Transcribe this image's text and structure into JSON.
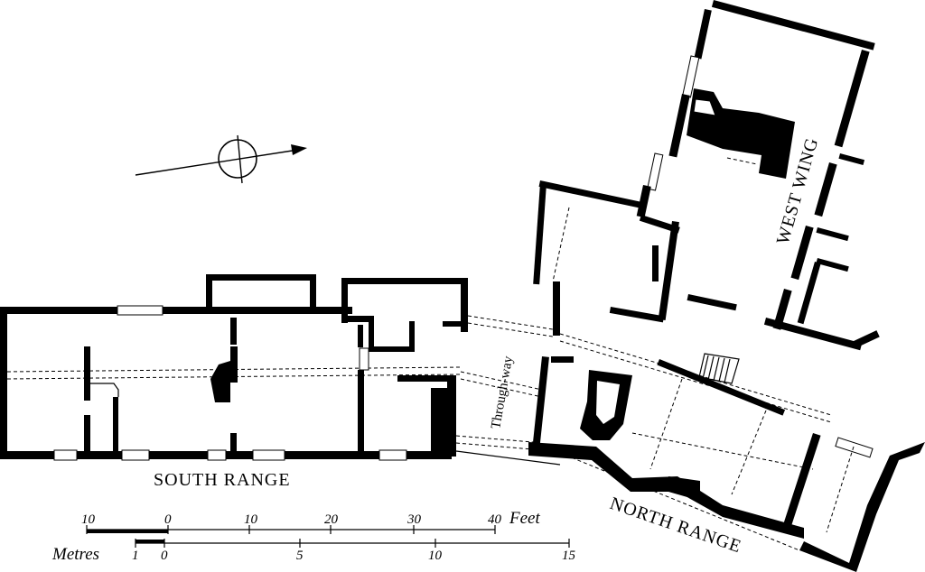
{
  "labels": {
    "south_range": "SOUTH RANGE",
    "north_range": "NORTH RANGE",
    "west_wing": "WEST WING",
    "through_way": "Through-way"
  },
  "scale_feet": {
    "unit": "Feet",
    "ticks": [
      "10",
      "0",
      "10",
      "20",
      "30",
      "40"
    ]
  },
  "scale_metres": {
    "unit": "Metres",
    "ticks": [
      "1",
      "0",
      "5",
      "10",
      "15"
    ]
  },
  "north_arrow": {
    "icon": "north-arrow-icon"
  },
  "colors": {
    "ink": "#000000",
    "paper": "#ffffff"
  }
}
